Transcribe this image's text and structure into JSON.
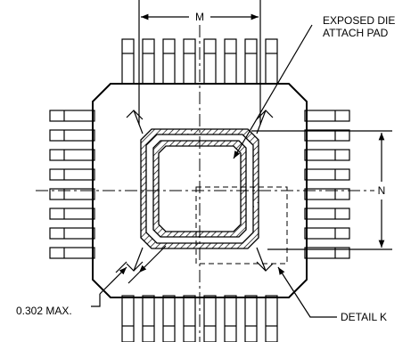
{
  "labels": {
    "dim_m": "M",
    "dim_n": "N",
    "pad_line1": "EXPOSED DIE",
    "pad_line2": "ATTACH PAD",
    "max_dim": "0.302 MAX.",
    "detail": "DETAIL K"
  }
}
